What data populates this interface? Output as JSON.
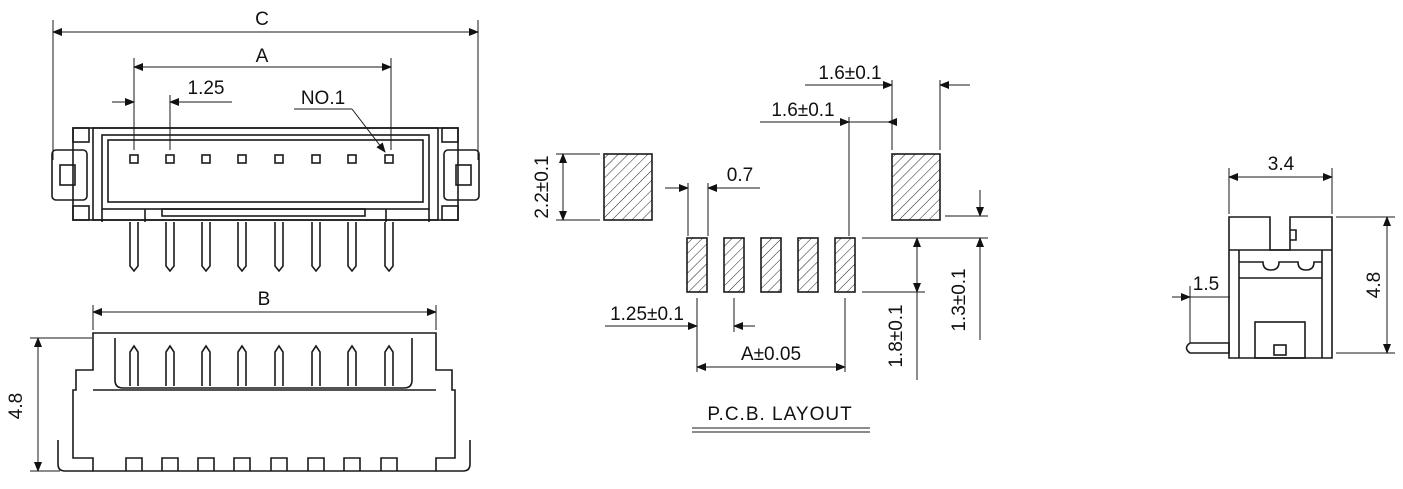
{
  "front_view": {
    "dim_c": "C",
    "dim_a": "A",
    "pitch": "1.25",
    "pin_one": "NO.1"
  },
  "side_view": {
    "dim_b": "B",
    "height": "4.8"
  },
  "pcb_layout": {
    "pad_width_big": "1.6±0.1",
    "pad_gap_big": "1.6±0.1",
    "pad_height_big": "2.2±0.1",
    "pad_width_small": "0.7",
    "pitch": "1.25±0.1",
    "span": "A±0.05",
    "pad_length": "1.8±0.1",
    "offset": "1.3±0.1",
    "caption": "P.C.B. LAYOUT"
  },
  "end_view": {
    "width": "3.4",
    "height": "4.8",
    "pin_offset": "1.5"
  }
}
